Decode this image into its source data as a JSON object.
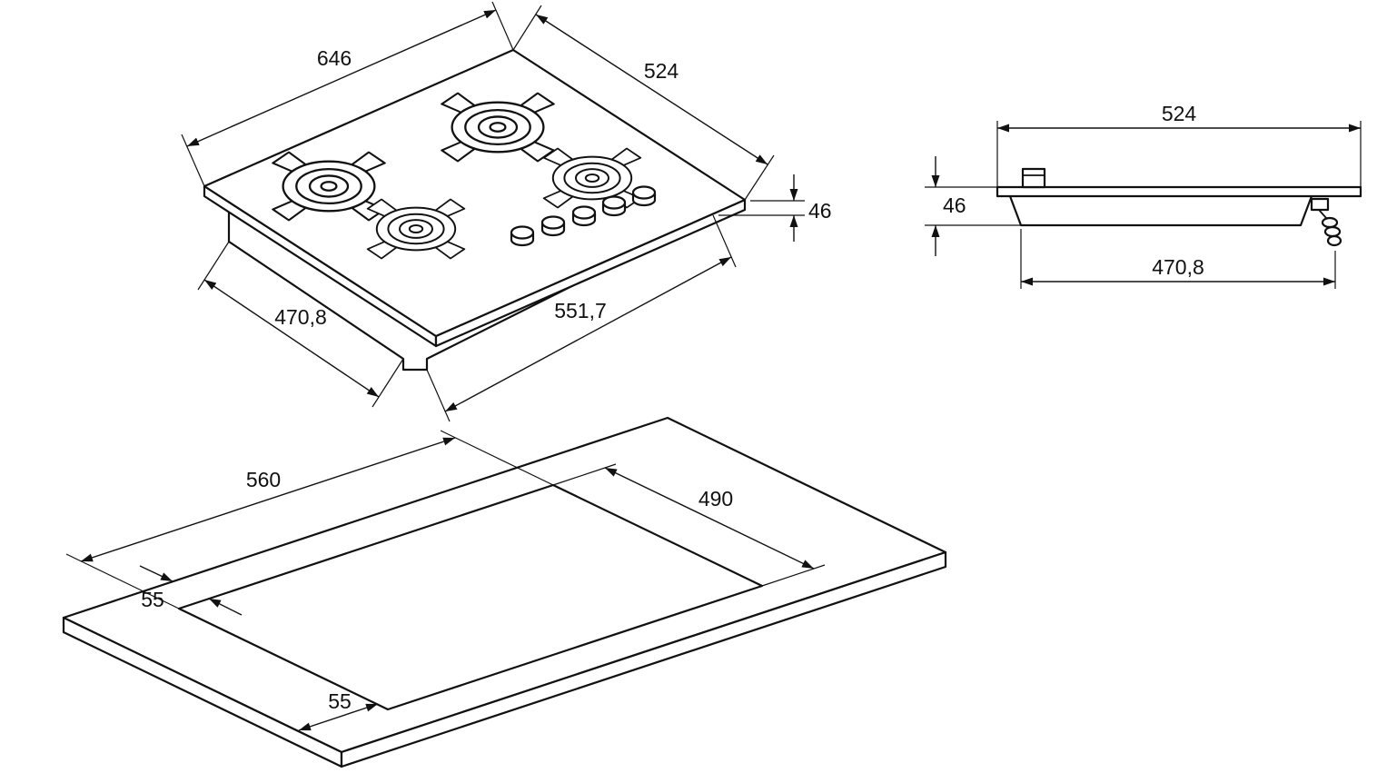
{
  "document": {
    "type": "appliance-installation-drawing",
    "unit": "mm"
  },
  "colors": {
    "ink": "#111111",
    "paper": "#ffffff"
  },
  "views": {
    "isometric": {
      "label": "hob-isometric-view",
      "dims": {
        "top_width": "646",
        "top_depth": "524",
        "height": "46",
        "base_depth": "470,8",
        "base_width": "551,7"
      }
    },
    "side": {
      "label": "hob-side-profile-view",
      "dims": {
        "top_width": "524",
        "height": "46",
        "base_width": "470,8"
      }
    },
    "cutout": {
      "label": "worktop-cutout-view",
      "dims": {
        "cutout_width": "560",
        "cutout_depth": "490",
        "side_clearance": "55",
        "front_clearance": "55"
      }
    }
  }
}
